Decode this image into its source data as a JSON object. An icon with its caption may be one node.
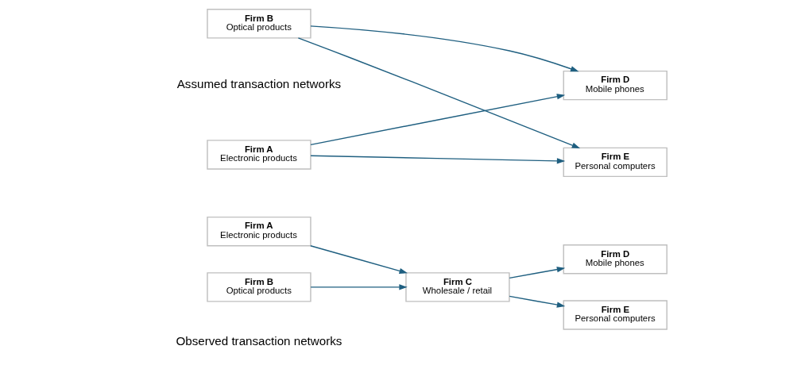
{
  "diagram": {
    "nodes": [
      {
        "text": [
          "Firm A",
          "Electronic products"
        ]
      },
      {
        "text": [
          "Firm C",
          "Wholesale / retail"
        ]
      },
      {
        "text": [
          "Firm D",
          "Mobile phones"
        ]
      },
      {
        "text": [
          "Firm B",
          "Optical products"
        ]
      },
      {
        "text": [
          "Firm E",
          "Personal computers"
        ]
      },
      {
        "text": [
          "Firm A",
          "Electronic products"
        ]
      },
      {
        "text": [
          "Firm D",
          "Mobile phones"
        ]
      },
      {
        "text": [
          "Firm B",
          "Optical products"
        ]
      },
      {
        "text": [
          "Firm E",
          "Personal computers"
        ]
      }
    ],
    "edges": [
      {
        "from": 0,
        "to": 1,
        "arrow": "to"
      },
      {
        "from": 3,
        "to": 1,
        "arrow": "to"
      },
      {
        "from": 1,
        "to": 2,
        "arrow": "to"
      },
      {
        "from": 1,
        "to": 4,
        "arrow": "to"
      },
      {
        "from": 5,
        "to": 6,
        "arrow": "to"
      },
      {
        "from": 5,
        "to": 8,
        "arrow": "to"
      },
      {
        "from": 7,
        "to": 6,
        "arrow": "to"
      },
      {
        "from": 7,
        "to": 8,
        "arrow": "to"
      }
    ],
    "labels": [
      "Observed transaction networks",
      "Assumed transaction networks"
    ]
  }
}
